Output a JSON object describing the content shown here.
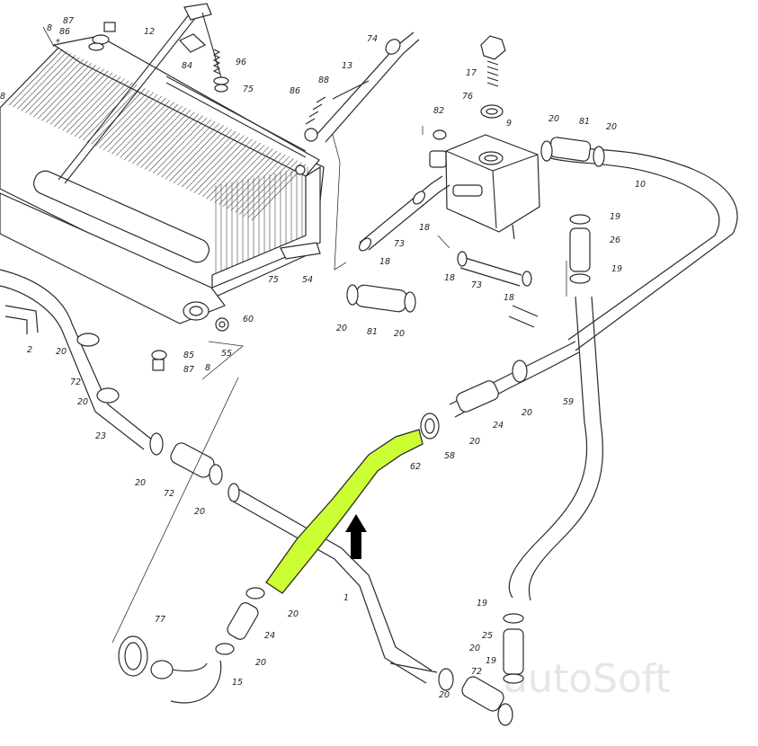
{
  "colors": {
    "highlight": "#ccff33",
    "ink": "#2a2a2a",
    "watermark": "#e6e6e6",
    "arrow": "#000000"
  },
  "watermark": "autoSoft",
  "highlighted_part": "62",
  "labels": {
    "l8a": "8",
    "l87a": "87",
    "l86a": "86",
    "l12": "12",
    "l84": "84",
    "l96": "96",
    "l75a": "75",
    "l74": "74",
    "l13": "13",
    "l86b": "86",
    "l88": "88",
    "l17": "17",
    "l76": "76",
    "l82": "82",
    "l9": "9",
    "l20a": "20",
    "l81a": "81",
    "l20b": "20",
    "l10": "10",
    "l19a": "19",
    "l26": "26",
    "l19b": "19",
    "l18a": "18",
    "l73a": "73",
    "l18b": "18",
    "l18c": "18",
    "l73b": "73",
    "l18d": "18",
    "l8b": "8",
    "l75b": "75",
    "l54": "54",
    "l20c": "20",
    "l81b": "81",
    "l20d": "20",
    "l60": "60",
    "l55": "55",
    "l85": "85",
    "l87b": "87",
    "l8c": "8",
    "l2": "2",
    "l20e": "20",
    "l72a": "72",
    "l20f": "20",
    "l23": "23",
    "l20g": "20",
    "l72b": "72",
    "l20h": "20",
    "l59": "59",
    "l20i": "20",
    "l24a": "24",
    "l20j": "20",
    "l58": "58",
    "l62": "62",
    "l1": "1",
    "l20k": "20",
    "l24b": "24",
    "l20l": "20",
    "l77": "77",
    "l15": "15",
    "l19c": "19",
    "l25": "25",
    "l20m": "20",
    "l19d": "19",
    "l72c": "72",
    "l20n": "20",
    "star": "*"
  }
}
